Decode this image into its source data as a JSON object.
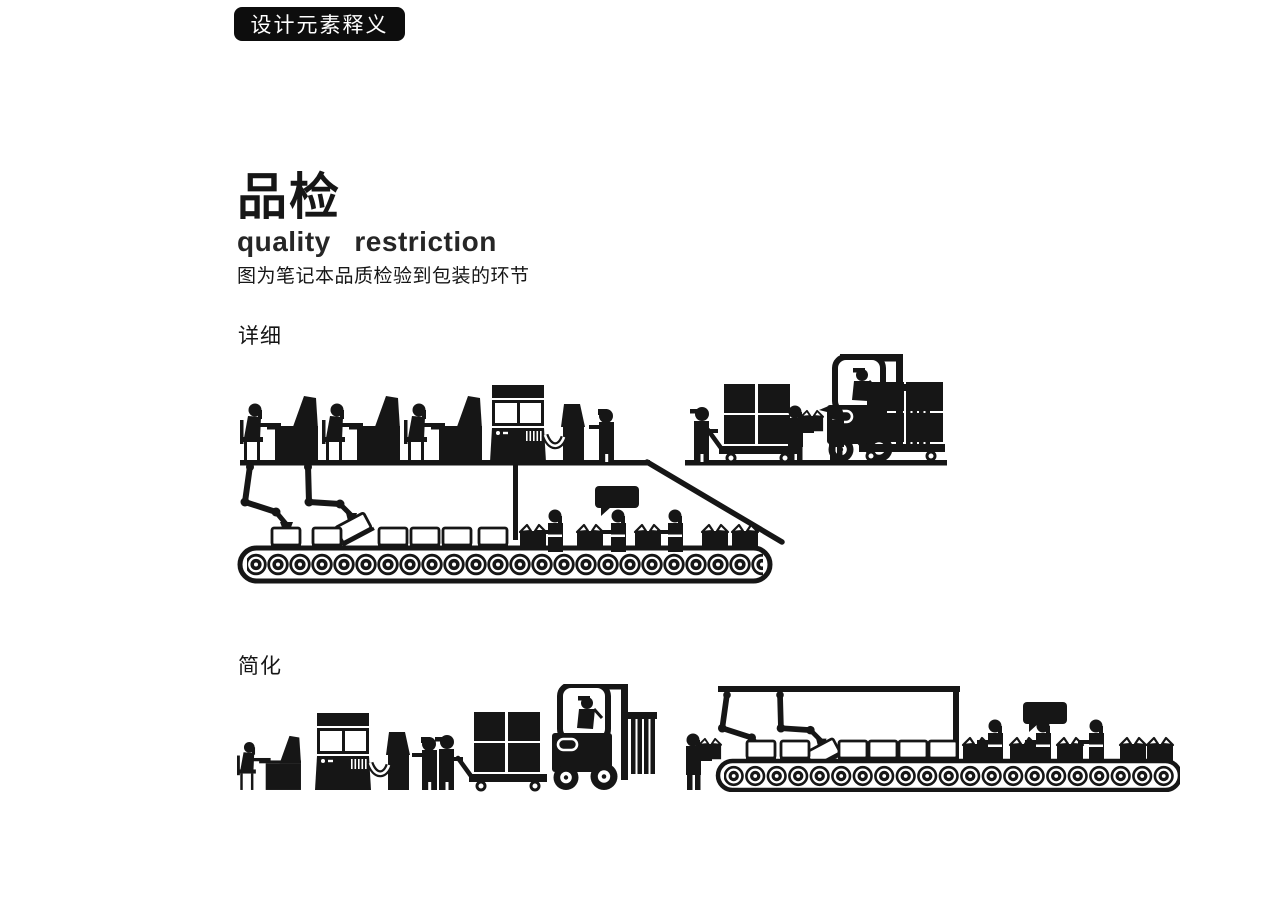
{
  "colors": {
    "ink": "#161616",
    "background": "#ffffff",
    "badge_bg": "#0d0d0d",
    "badge_text": "#ffffff"
  },
  "badge": {
    "label": "设计元素释义"
  },
  "header": {
    "title": "品检",
    "subtitle": "quality restriction",
    "description": "图为笔记本品质检验到包装的环节"
  },
  "sections": [
    {
      "id": "detailed",
      "label": "详细",
      "elements": [
        "seated-inspector-icon x3",
        "test-machine-icon",
        "standing-worker-icon",
        "pallet-jack-worker-icon",
        "pallet-boxes-icon",
        "forklift-icon",
        "robot-arm-a-icon",
        "robot-arm-b-icon",
        "conveyor-icon",
        "notebook-icon x5",
        "packing-box-icon x5",
        "packer-worker-icon x3",
        "speech-bubble-icon",
        "box-carrier-worker-icon",
        "cart-pusher-worker-icon",
        "loaded-cart-icon"
      ]
    },
    {
      "id": "simplified",
      "label": "简化",
      "elements": [
        "seated-inspector-icon",
        "test-machine-icon",
        "standing-worker-icon",
        "pallet-jack-worker-icon",
        "pallet-boxes-icon",
        "forklift-icon",
        "box-carrier-worker-icon",
        "overhead-rail-icon",
        "robot-arm-a-icon",
        "robot-arm-b-icon",
        "conveyor-icon",
        "notebook-icon x6",
        "packing-box-icon x5",
        "packer-worker-icon x3",
        "speech-bubble-icon"
      ]
    }
  ]
}
